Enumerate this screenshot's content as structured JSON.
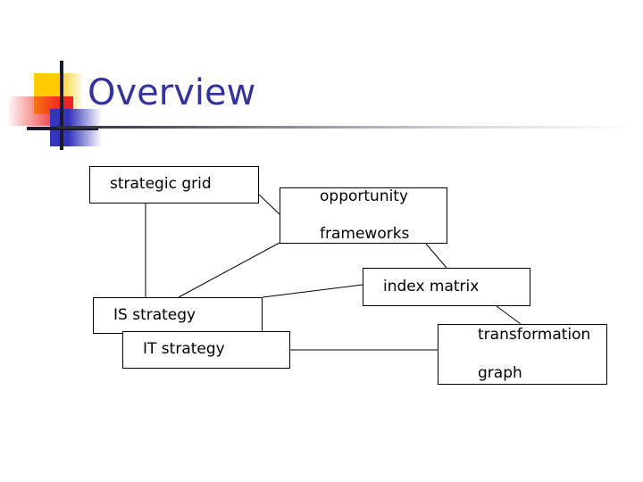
{
  "slide": {
    "title": "Overview",
    "title_color": "#333399",
    "background_color": "#ffffff",
    "logo": {
      "name": "decorative-squares-logo",
      "colors": {
        "yellow": "#FFCC00",
        "red": "#EE2222",
        "blue": "#3333BB",
        "crosshair": "#1a1a2e"
      }
    },
    "divider": {
      "from_color": "#2b2b38",
      "to_color": "#ffffff"
    }
  },
  "diagram": {
    "type": "node-link",
    "nodes": [
      {
        "id": "strategic-grid",
        "label": "strategic grid"
      },
      {
        "id": "opportunity-frameworks",
        "label": "opportunity\nframeworks",
        "line1": "opportunity",
        "line2": "frameworks"
      },
      {
        "id": "index-matrix",
        "label": "index matrix"
      },
      {
        "id": "is-strategy",
        "label": "IS strategy"
      },
      {
        "id": "it-strategy",
        "label": "IT strategy"
      },
      {
        "id": "transformation-graph",
        "label": "transformation\ngraph",
        "line1": "transformation",
        "line2": "graph"
      }
    ],
    "edges": [
      {
        "from": "strategic-grid",
        "to": "opportunity-frameworks"
      },
      {
        "from": "strategic-grid",
        "to": "is-strategy"
      },
      {
        "from": "opportunity-frameworks",
        "to": "is-strategy"
      },
      {
        "from": "opportunity-frameworks",
        "to": "index-matrix"
      },
      {
        "from": "is-strategy",
        "to": "index-matrix"
      },
      {
        "from": "index-matrix",
        "to": "transformation-graph"
      },
      {
        "from": "it-strategy",
        "to": "transformation-graph"
      }
    ],
    "edge_color": "#000000",
    "node_border_color": "#000000",
    "node_fill_color": "#ffffff"
  }
}
